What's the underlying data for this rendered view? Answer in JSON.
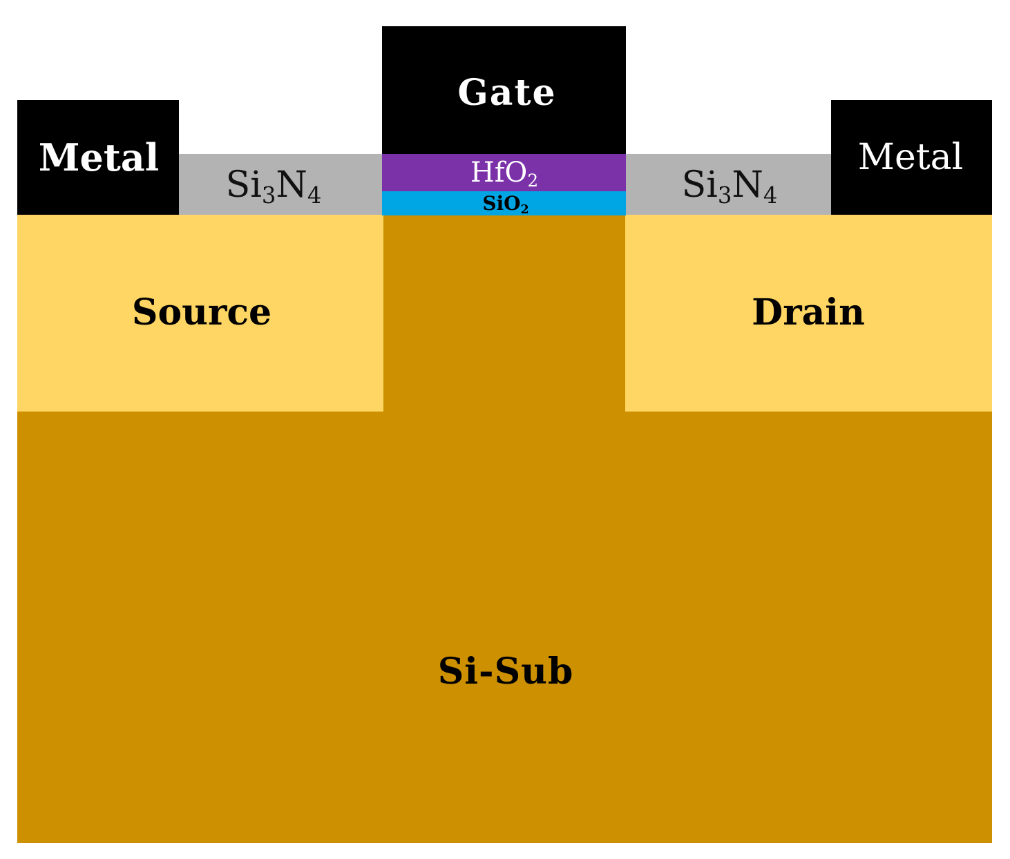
{
  "colors": {
    "background": "#ffffff",
    "substrate": "#cc9000",
    "source_drain": "#ffd663",
    "nitride": "#b3b3b3",
    "metal": "#000000",
    "gate": "#000000",
    "hfo2": "#7b31a8",
    "sio2": "#00a6e4",
    "text_dark": "#000000",
    "text_light": "#ffffff"
  },
  "labels": {
    "gate": "Gate",
    "metal_left": "Metal",
    "metal_right": "Metal",
    "nitride_left": {
      "base1": "Si",
      "sub1": "3",
      "base2": "N",
      "sub2": "4"
    },
    "nitride_right": {
      "base1": "Si",
      "sub1": "3",
      "base2": "N",
      "sub2": "4"
    },
    "hfo2": {
      "base": "HfO",
      "sub": "2"
    },
    "sio2": {
      "base": "SiO",
      "sub": "2"
    },
    "source": "Source",
    "drain": "Drain",
    "substrate": "Si-Sub"
  }
}
